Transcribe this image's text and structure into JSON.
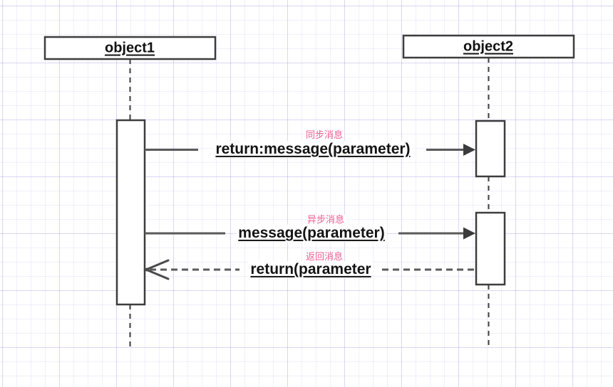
{
  "diagram": {
    "type": "uml-sequence",
    "actors": [
      {
        "label": "object1"
      },
      {
        "label": "object2"
      }
    ],
    "messages": [
      {
        "label": "return:message(parameter)",
        "annotation": "同步消息",
        "style": "solid",
        "arrow": "filled",
        "direction": "right"
      },
      {
        "label": "message(parameter)",
        "annotation": "异步消息",
        "style": "solid",
        "arrow": "filled",
        "direction": "right"
      },
      {
        "label": "return(parameter",
        "annotation": "返回消息",
        "style": "dashed",
        "arrow": "open",
        "direction": "left"
      }
    ],
    "colors": {
      "annotation_pink": "#ef5b92",
      "shape_stroke": "#3d3d3d",
      "message_line": "#5a5a5a",
      "grid_line": "#e9e4f7",
      "background": "#ffffff"
    }
  }
}
